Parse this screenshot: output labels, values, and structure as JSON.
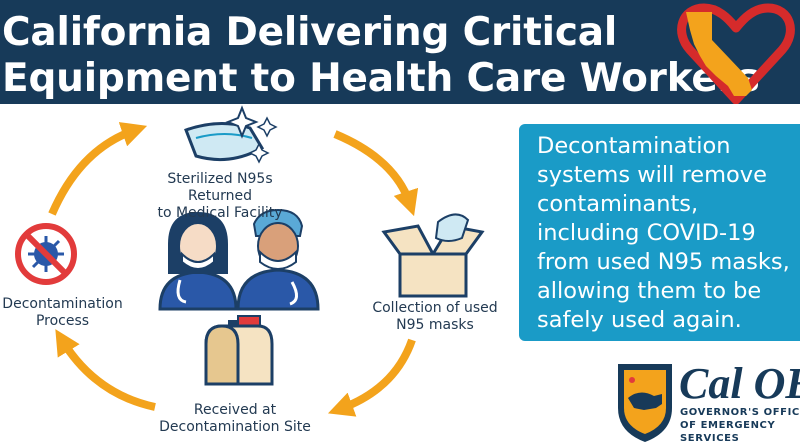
{
  "header": {
    "title_line1": "California Delivering Critical",
    "title_line2": "Equipment to Health Care Workers"
  },
  "cycle": {
    "steps": [
      {
        "line1": "Sterilized N95s Returned",
        "line2": "to Medical Facility",
        "icon": "n95-mask-sparkle-icon"
      },
      {
        "line1": "Collection of used",
        "line2": "N95 masks",
        "icon": "open-box-icon"
      },
      {
        "line1": "Received at",
        "line2": "Decontamination Site",
        "icon": "mailbox-icon"
      },
      {
        "line1": "Decontamination",
        "line2": "Process",
        "icon": "no-virus-icon"
      }
    ],
    "center_icon": "health-care-workers-icon",
    "arrow_color": "#f3a31c"
  },
  "info_box": {
    "text": "Decontamination systems will remove contaminants, including COVID-19 from used N95 masks, allowing them to be safely used again.",
    "color": "#1a9bc7"
  },
  "logo": {
    "name": "Cal OES",
    "subtitle_line1": "GOVERNOR'S OFFICE",
    "subtitle_line2": "OF EMERGENCY SERVICES"
  },
  "colors": {
    "header_bg": "#173a59",
    "accent_orange": "#f3a31c",
    "heart_red": "#d52b2b",
    "navy": "#233a52"
  }
}
